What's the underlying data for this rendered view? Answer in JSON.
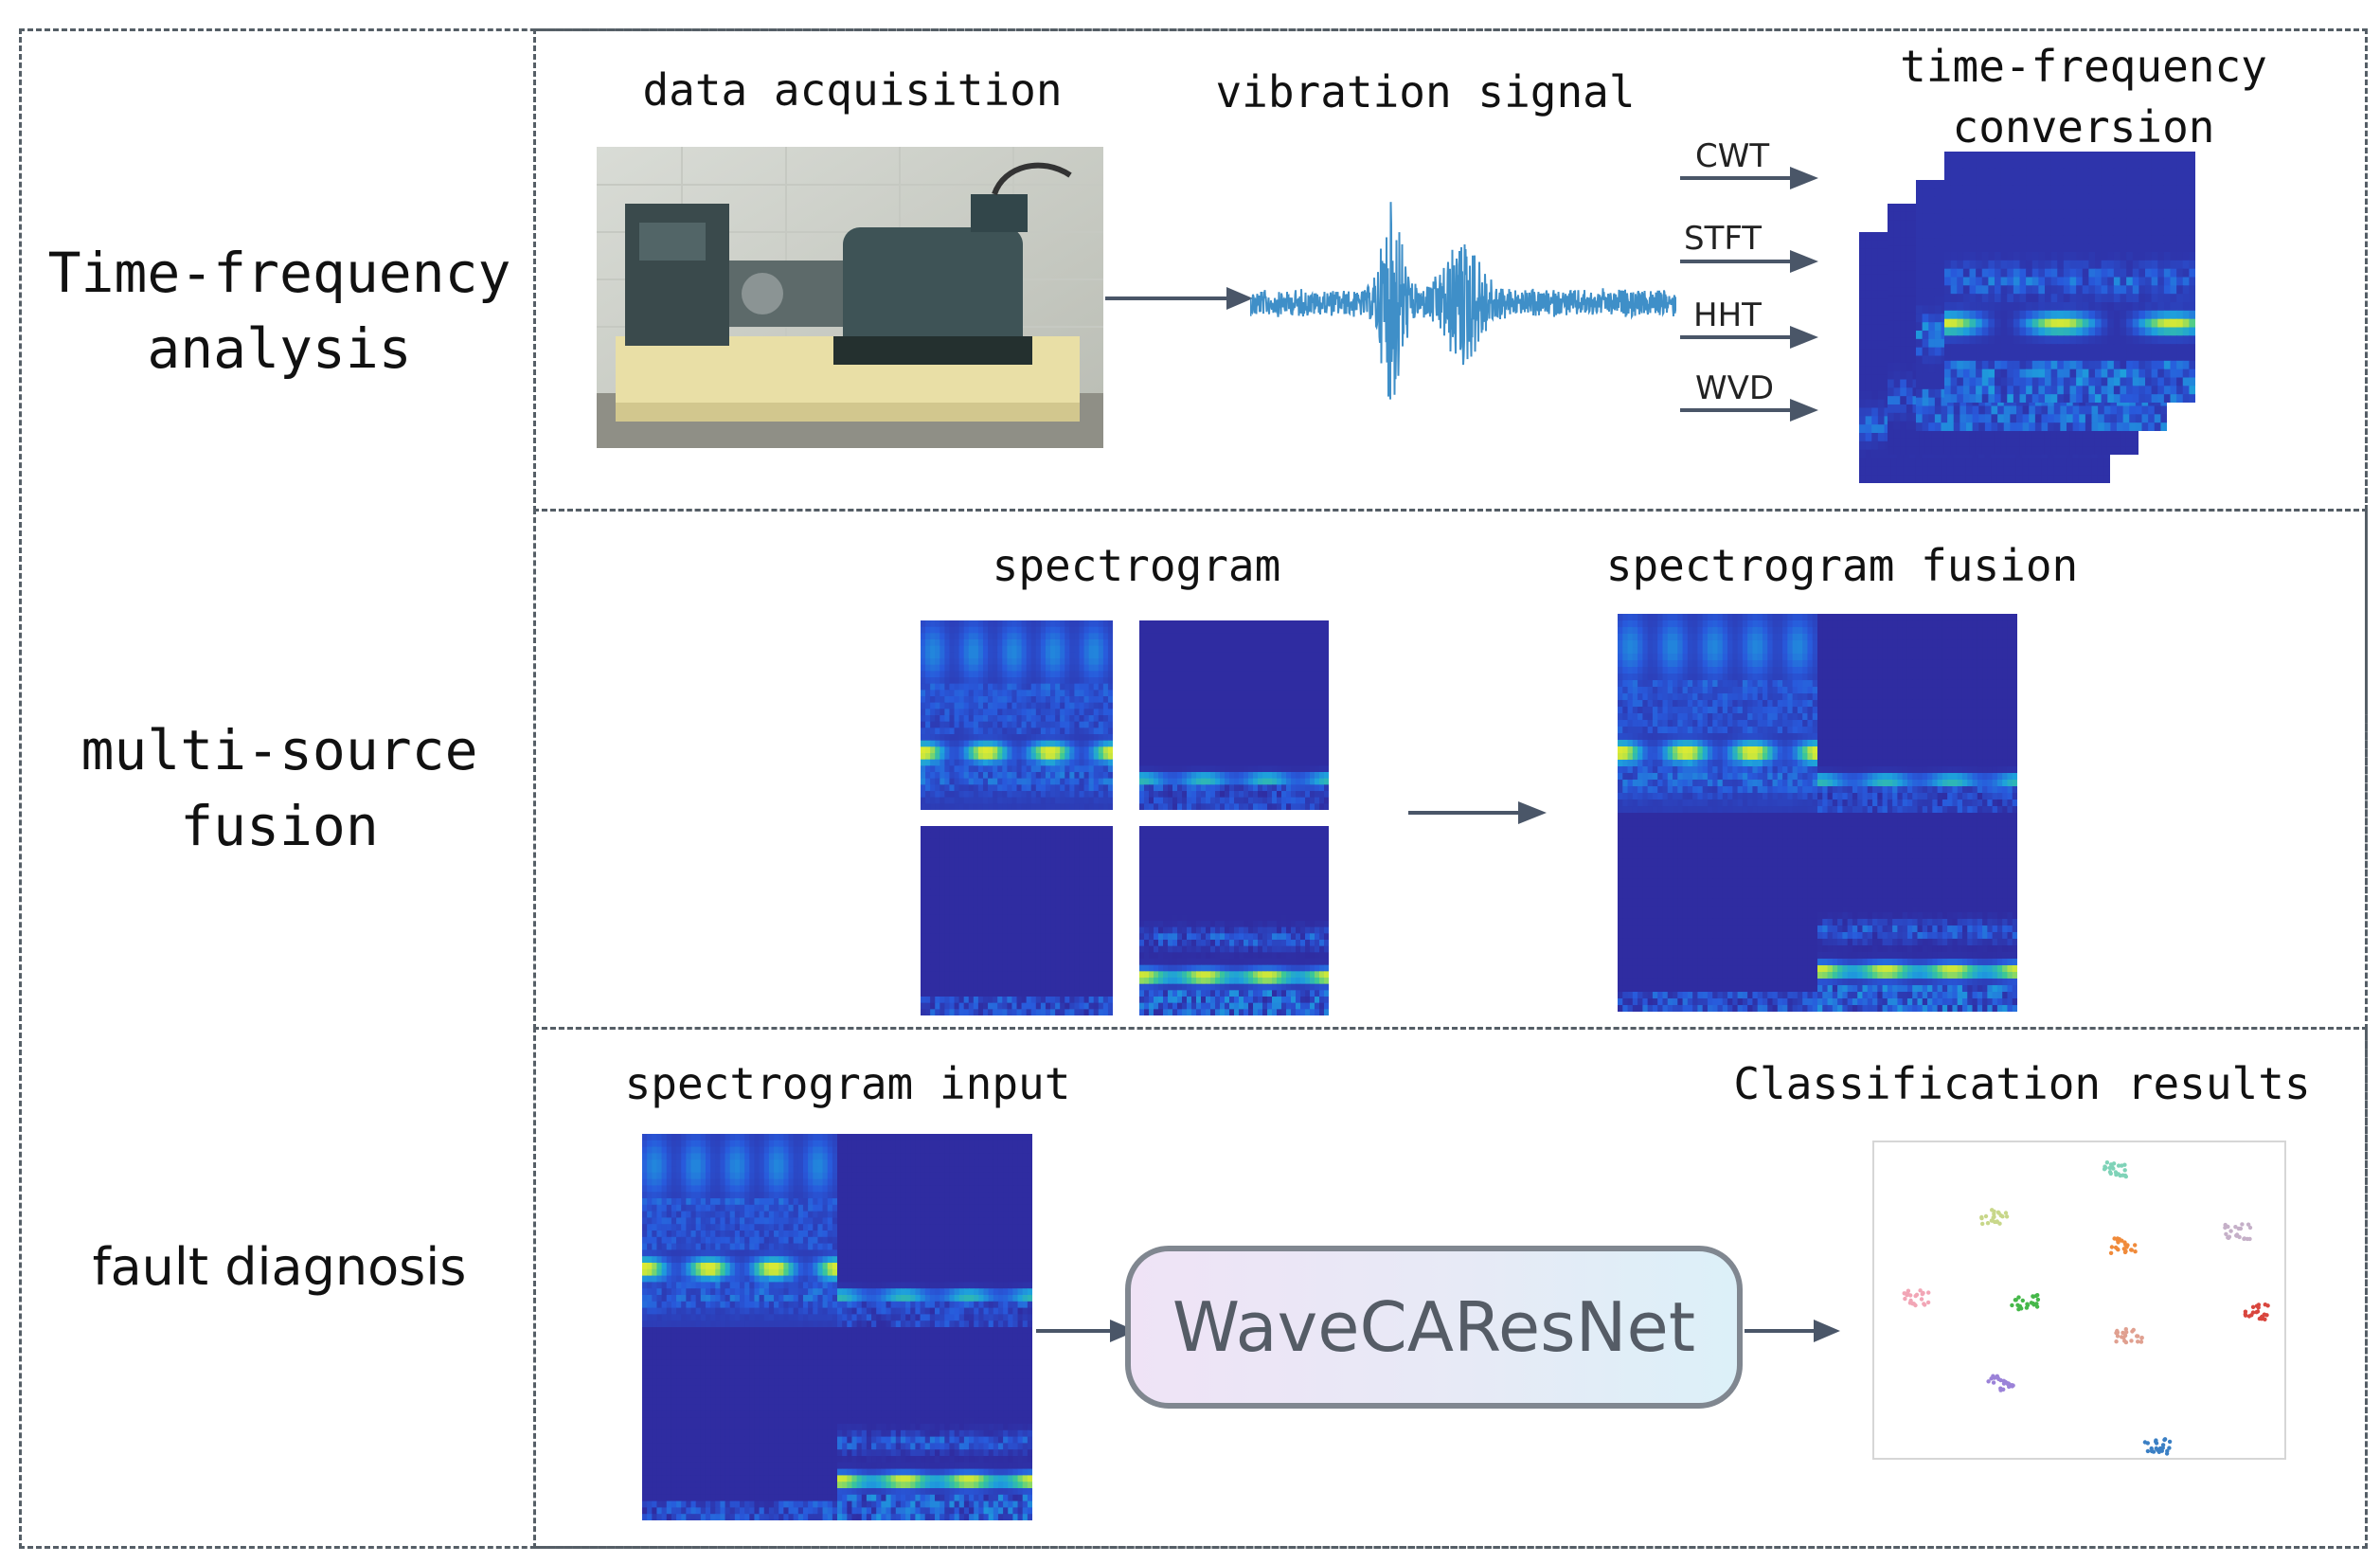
{
  "rows": {
    "tf_analysis": {
      "label_line1": "Time-frequency",
      "label_line2": "analysis",
      "data_acquisition": "data acquisition",
      "vibration_signal": "vibration signal",
      "tf_conversion_line1": "time-frequency",
      "tf_conversion_line2": "conversion",
      "methods": [
        "CWT",
        "STFT",
        "HHT",
        "WVD"
      ]
    },
    "fusion": {
      "label_line1": "multi-source",
      "label_line2": "fusion",
      "spectrogram": "spectrogram",
      "spectrogram_fusion": "spectrogram fusion"
    },
    "diagnosis": {
      "label": "fault diagnosis",
      "spectrogram_input": "spectrogram input",
      "classification_results": "Classification results",
      "network": "WaveCAResNet"
    }
  },
  "colors": {
    "border": "#555e66",
    "arrow": "#4a5668",
    "spectrogram_base": "#30279a",
    "signal": "#3f8fc8",
    "cluster_colors": [
      "#7fd3b8",
      "#c8d78a",
      "#c5b0c8",
      "#f08a3a",
      "#f2a6b6",
      "#46b84a",
      "#d9463e",
      "#e0a090",
      "#9b82d8",
      "#3a7fc4"
    ]
  }
}
